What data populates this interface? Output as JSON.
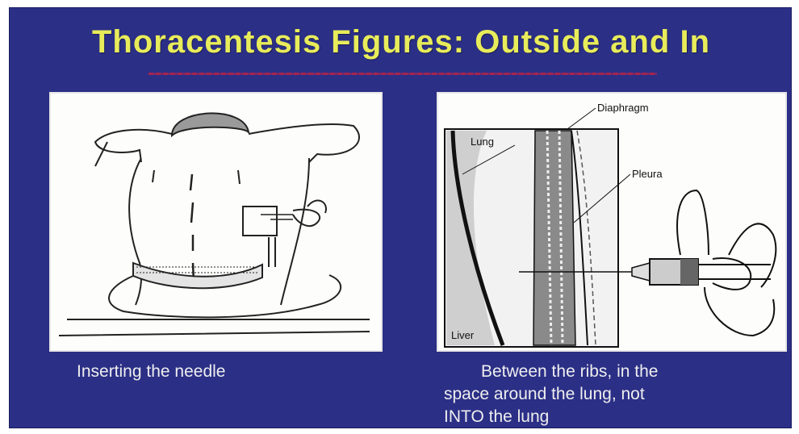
{
  "title": "Thoracentesis Figures: Outside and In",
  "left_figure": {
    "caption": "Inserting the needle"
  },
  "right_figure": {
    "labels": {
      "diaphragm": "Diaphragm",
      "lung": "Lung",
      "pleura": "Pleura",
      "liver": "Liver"
    },
    "caption_lines": [
      "Between the ribs, in the",
      "space around the lung, not",
      "INTO the lung"
    ]
  },
  "colors": {
    "background": "#2b2f86",
    "title": "#e8ec5a",
    "caption": "#eeeeee"
  }
}
